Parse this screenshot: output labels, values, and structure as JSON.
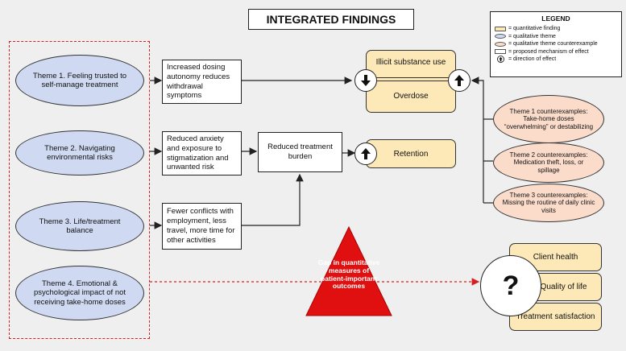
{
  "title": "INTEGRATED FINDINGS",
  "legend": {
    "title": "LEGEND",
    "items": [
      {
        "label": "= quantitative finding",
        "icon": "quantitative-swatch"
      },
      {
        "label": "= qualitative theme",
        "icon": "qualitative-swatch"
      },
      {
        "label": "= qualitative theme counterexample",
        "icon": "counterexample-swatch"
      },
      {
        "label": "= proposed mechanism of effect",
        "icon": "mechanism-swatch"
      },
      {
        "label": "= direction of effect",
        "icon": "direction-arrow-icon"
      }
    ]
  },
  "themes": [
    {
      "label": "Theme 1. Feeling trusted to self-manage treatment"
    },
    {
      "label": "Theme 2. Navigating environmental risks"
    },
    {
      "label": "Theme 3. Life/treatment balance"
    },
    {
      "label": "Theme 4. Emotional & psychological impact of not receiving take-home doses"
    }
  ],
  "mechanisms": [
    {
      "label": "Increased dosing autonomy reduces withdrawal symptoms"
    },
    {
      "label": "Reduced anxiety and exposure to stigmatization and unwanted risk"
    },
    {
      "label": "Fewer conflicts with employment, less travel, more time for other activities"
    },
    {
      "label": "Reduced treatment burden"
    }
  ],
  "quantitative": {
    "illicit": "Illicit substance use",
    "overdose": "Overdose",
    "retention": "Retention",
    "client_health": "Client health",
    "quality_of_life": "Quality of life",
    "treatment_satisfaction": "Treatment satisfaction"
  },
  "counterexamples": [
    {
      "label": "Theme 1 counterexamples: Take-home doses “overwhelming” or destabilizing"
    },
    {
      "label": "Theme 2 counterexamples: Medication theft, loss, or spillage"
    },
    {
      "label": "Theme 3 counterexamples: Missing the routine of daily clinic visits"
    }
  ],
  "gap": {
    "label": "Gap in quantitative measures of patient-important outcomes"
  },
  "unknown": {
    "symbol": "?"
  },
  "colors": {
    "quantitative": "#fde9b8",
    "qualitative": "#cfdaf2",
    "counterexample": "#fbdccb",
    "gap_triangle": "#e01010",
    "dashed_border": "#d42020"
  }
}
